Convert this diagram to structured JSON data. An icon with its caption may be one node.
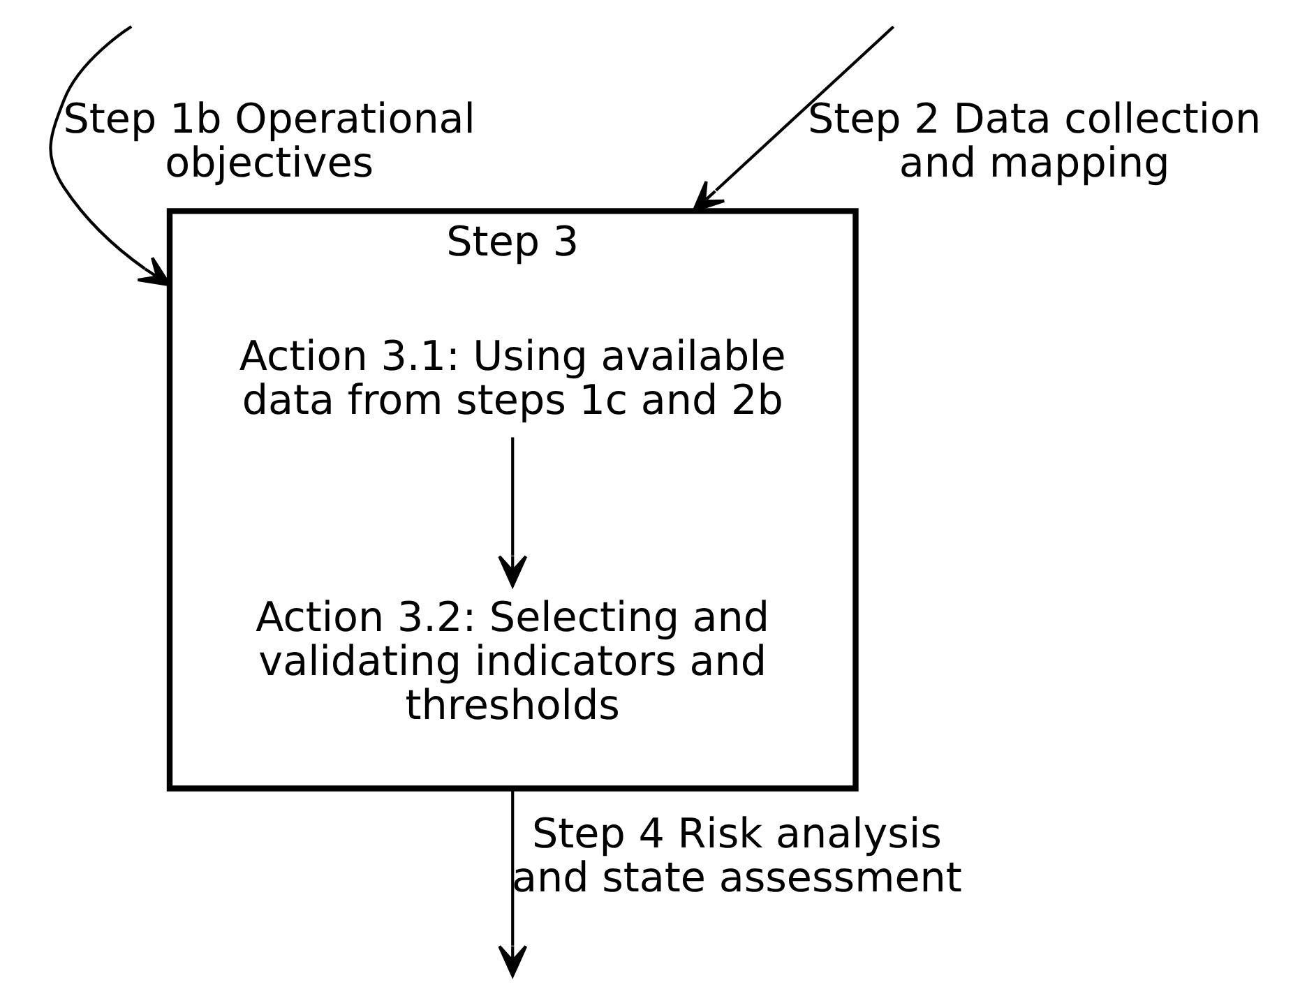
{
  "diagram": {
    "nodes": [
      {
        "text": [
          "Step 3"
        ]
      },
      {
        "text": [
          "Action 3.1: Using available data from steps 1c and 2b"
        ],
        "in": 0
      },
      {
        "text": [
          "Action 3.2: Selecting and validating indicators and thresholds"
        ],
        "in": 0
      }
    ],
    "edges": [
      {
        "from": null,
        "to": 0,
        "arrow": "to",
        "label": "Step 1b Operational objectives"
      },
      {
        "from": null,
        "to": 0,
        "arrow": "to",
        "label": "Step 2 Data collection and mapping"
      },
      {
        "from": 1,
        "to": 2,
        "arrow": "to"
      },
      {
        "from": 0,
        "to": null,
        "arrow": "to",
        "label": "Step 4 Risk analysis and state assessment"
      }
    ]
  }
}
